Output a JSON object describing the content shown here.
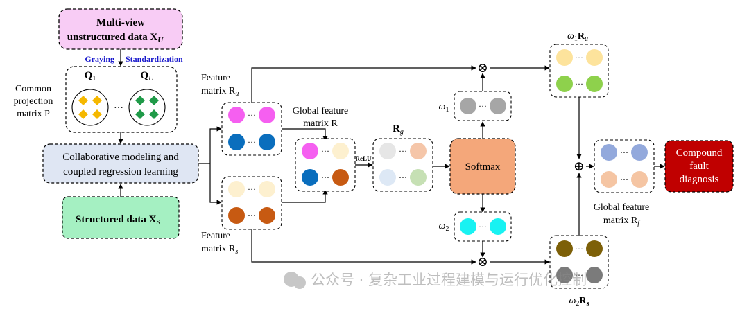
{
  "boxes": {
    "multiview_line1": "Multi-view",
    "multiview_line2": "unstructured data X",
    "multiview_sub": "U",
    "collab_line1": "Collaborative modeling and",
    "collab_line2": "coupled regression learning",
    "structured_main": "Structured data X",
    "structured_sub": "S",
    "softmax": "Softmax",
    "compound_line1": "Compound",
    "compound_line2": "fault",
    "compound_line3": "diagnosis"
  },
  "labels": {
    "graying": "Graying",
    "standardization": "Standardization",
    "q1_main": "Q",
    "q1_sub": "1",
    "qu_main": "Q",
    "qu_sub": "U",
    "common_line1": "Common",
    "common_line2": "projection",
    "common_line3": "matrix P",
    "feature_u_line1": "Feature",
    "feature_u_line2": "matrix R",
    "feature_u_sub": "u",
    "feature_s_line1": "Feature",
    "feature_s_line2": "matrix R",
    "feature_s_sub": "s",
    "global_r_line1": "Global feature",
    "global_r_line2": "matrix R",
    "rg_main": "R",
    "rg_sub": "g",
    "relu": "ReLU",
    "omega1_main": "ω",
    "omega1_sub": "1",
    "omega2_main": "ω",
    "omega2_sub": "2",
    "w1ru_main": "ω",
    "w1ru_sub1": "1",
    "w1ru_r": "R",
    "w1ru_sub2": "u",
    "w2rs_main": "ω",
    "w2rs_sub1": "2",
    "w2rs_r": "R",
    "w2rs_sub2": "s",
    "global_rf_line1": "Global feature",
    "global_rf_line2": "matrix R",
    "global_rf_sub": "f",
    "ellipsis": "···"
  },
  "operators": {
    "multiply": "⊗",
    "add": "⊕"
  },
  "colors": {
    "multiview_fill": "#f8ccf5",
    "collab_fill": "#dfe6f3",
    "structured_fill": "#a5f0c2",
    "softmax_fill": "#f4a77a",
    "compound_fill": "#c00000",
    "diamond_yellow": "#f5b800",
    "diamond_green": "#1f9a48",
    "label_blue": "#1a1acc",
    "pink": "#f55ff0",
    "blue": "#0a6ebd",
    "cream": "#fdf0cf",
    "orange": "#c75a12",
    "light_pink": "#f9d0f7",
    "light_cream": "#fbe7c5",
    "light_gray": "#e6e6e6",
    "peach": "#f5c6a9",
    "light_blue": "#dde8f5",
    "light_green": "#c6e0b4",
    "gray": "#a6a6a6",
    "cyan": "#18f2f2",
    "yellow_circle": "#fde39c",
    "green_circle": "#8ed14c",
    "olive": "#7d6008",
    "gray_dark": "#7b7b7b",
    "cornflower": "#93a9dc",
    "peach_out": "#f5c5a3"
  },
  "watermark": "公众号 · 复杂工业过程建模与运行优化控制"
}
